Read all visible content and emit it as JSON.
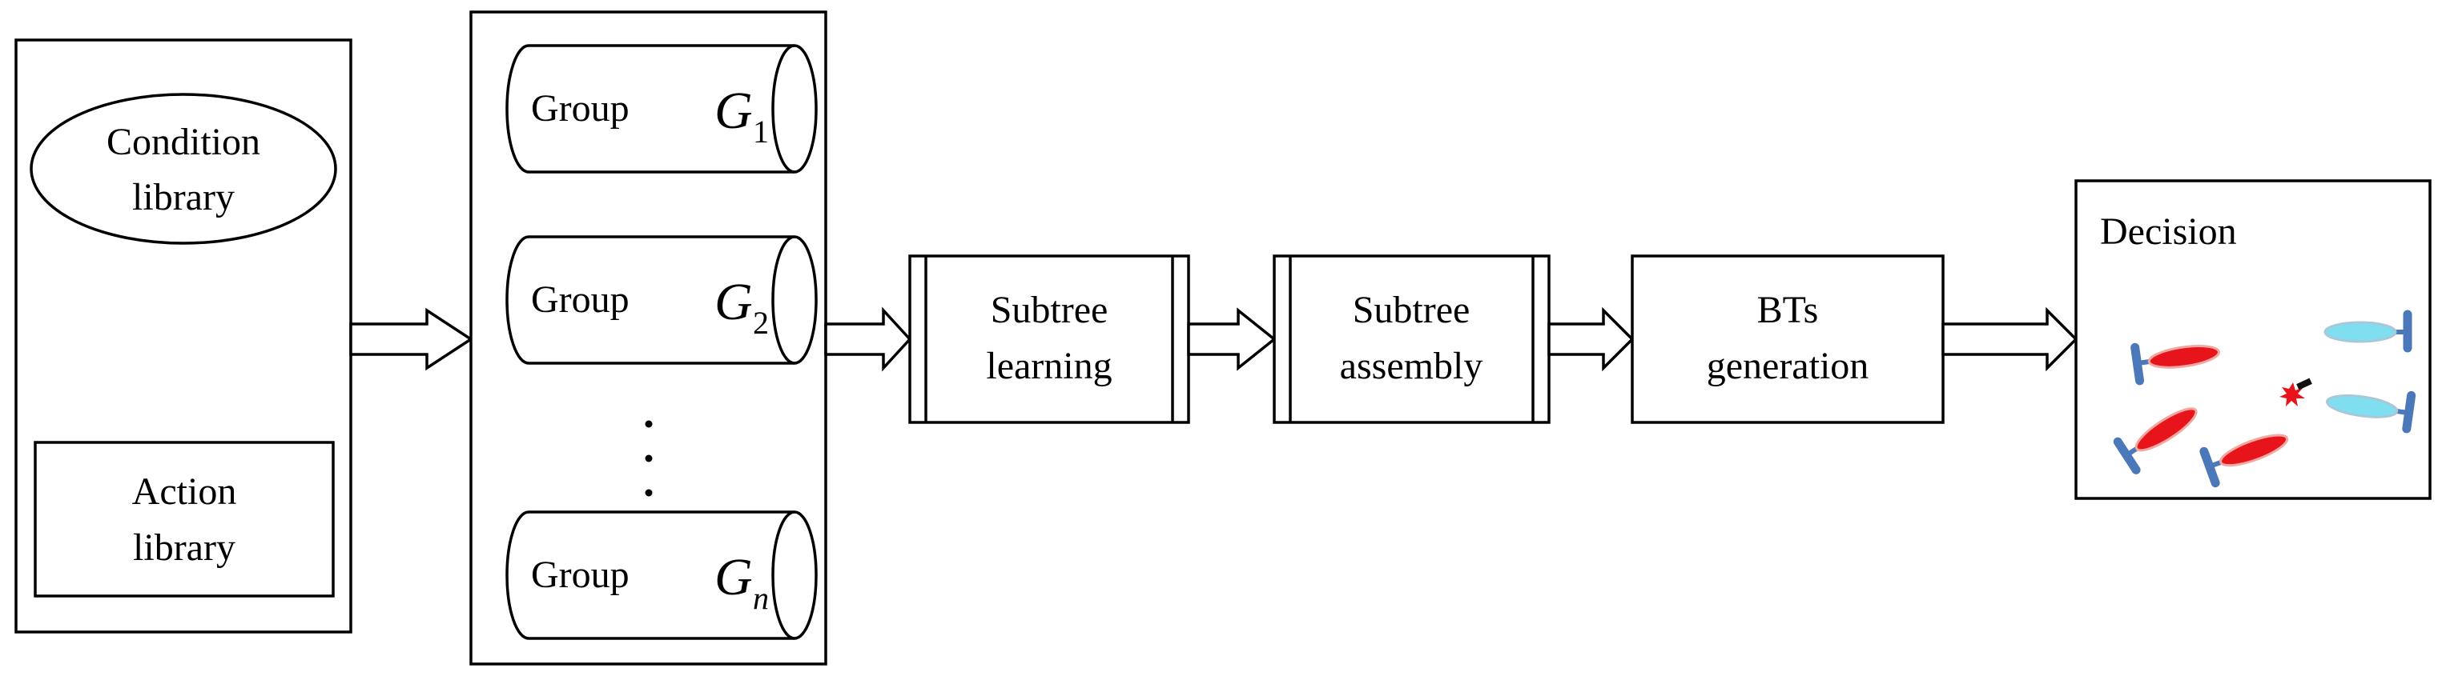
{
  "libraries": {
    "condition": [
      "Condition",
      "library"
    ],
    "action": [
      "Action",
      "library"
    ]
  },
  "groups": [
    {
      "label": "Group",
      "var": "G",
      "sub": "1"
    },
    {
      "label": "Group",
      "var": "G",
      "sub": "2"
    },
    {
      "label": "Group",
      "var": "G",
      "sub": "n"
    }
  ],
  "ellipsis": "⋮",
  "steps": [
    {
      "lines": [
        "Subtree",
        "learning"
      ]
    },
    {
      "lines": [
        "Subtree",
        "assembly"
      ]
    },
    {
      "lines": [
        "BTs",
        "generation"
      ]
    }
  ],
  "decision": {
    "title": "Decision",
    "colors": {
      "red_team": "#e8141b",
      "blue_team": "#7fdff0",
      "base": "#4a78b8",
      "hit": "#e8141b"
    }
  }
}
